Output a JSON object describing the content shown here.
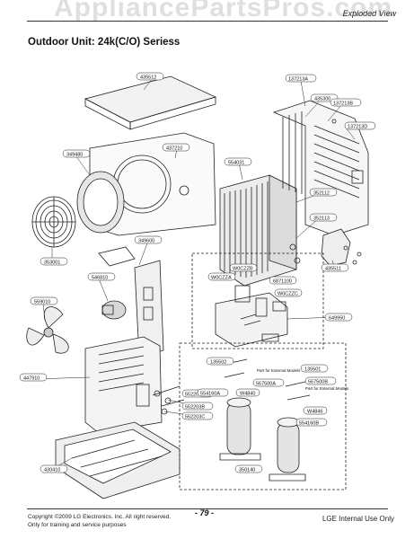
{
  "watermark": "AppliancePartsPros.com",
  "header": {
    "section": "Exploded View",
    "title": "Outdoor Unit: 24k(C/O) Seriess"
  },
  "parts": [
    "435512",
    "437210",
    "349480",
    "353001",
    "546810",
    "559010",
    "447910",
    "430410",
    "349600",
    "552203A",
    "552203B",
    "552203C",
    "554031",
    "352112",
    "352113",
    "435300",
    "137213A",
    "137213B",
    "137213D",
    "435511",
    "649950",
    "W0CZZA",
    "W0CZZB",
    "W0CZZC",
    "6871100",
    "135502",
    "135501",
    "567500A",
    "567500B",
    "554160A",
    "554160B",
    "W4840",
    "W4846",
    "350140"
  ],
  "notes": {
    "for_external_models": "Part for External Models"
  },
  "footer": {
    "copyright": "Copyright ©2009 LG Electronics. Inc. All right reserved.",
    "training": "Only for training and service purposes",
    "page": "- 79 -",
    "internal": "LGE Internal Use Only"
  }
}
